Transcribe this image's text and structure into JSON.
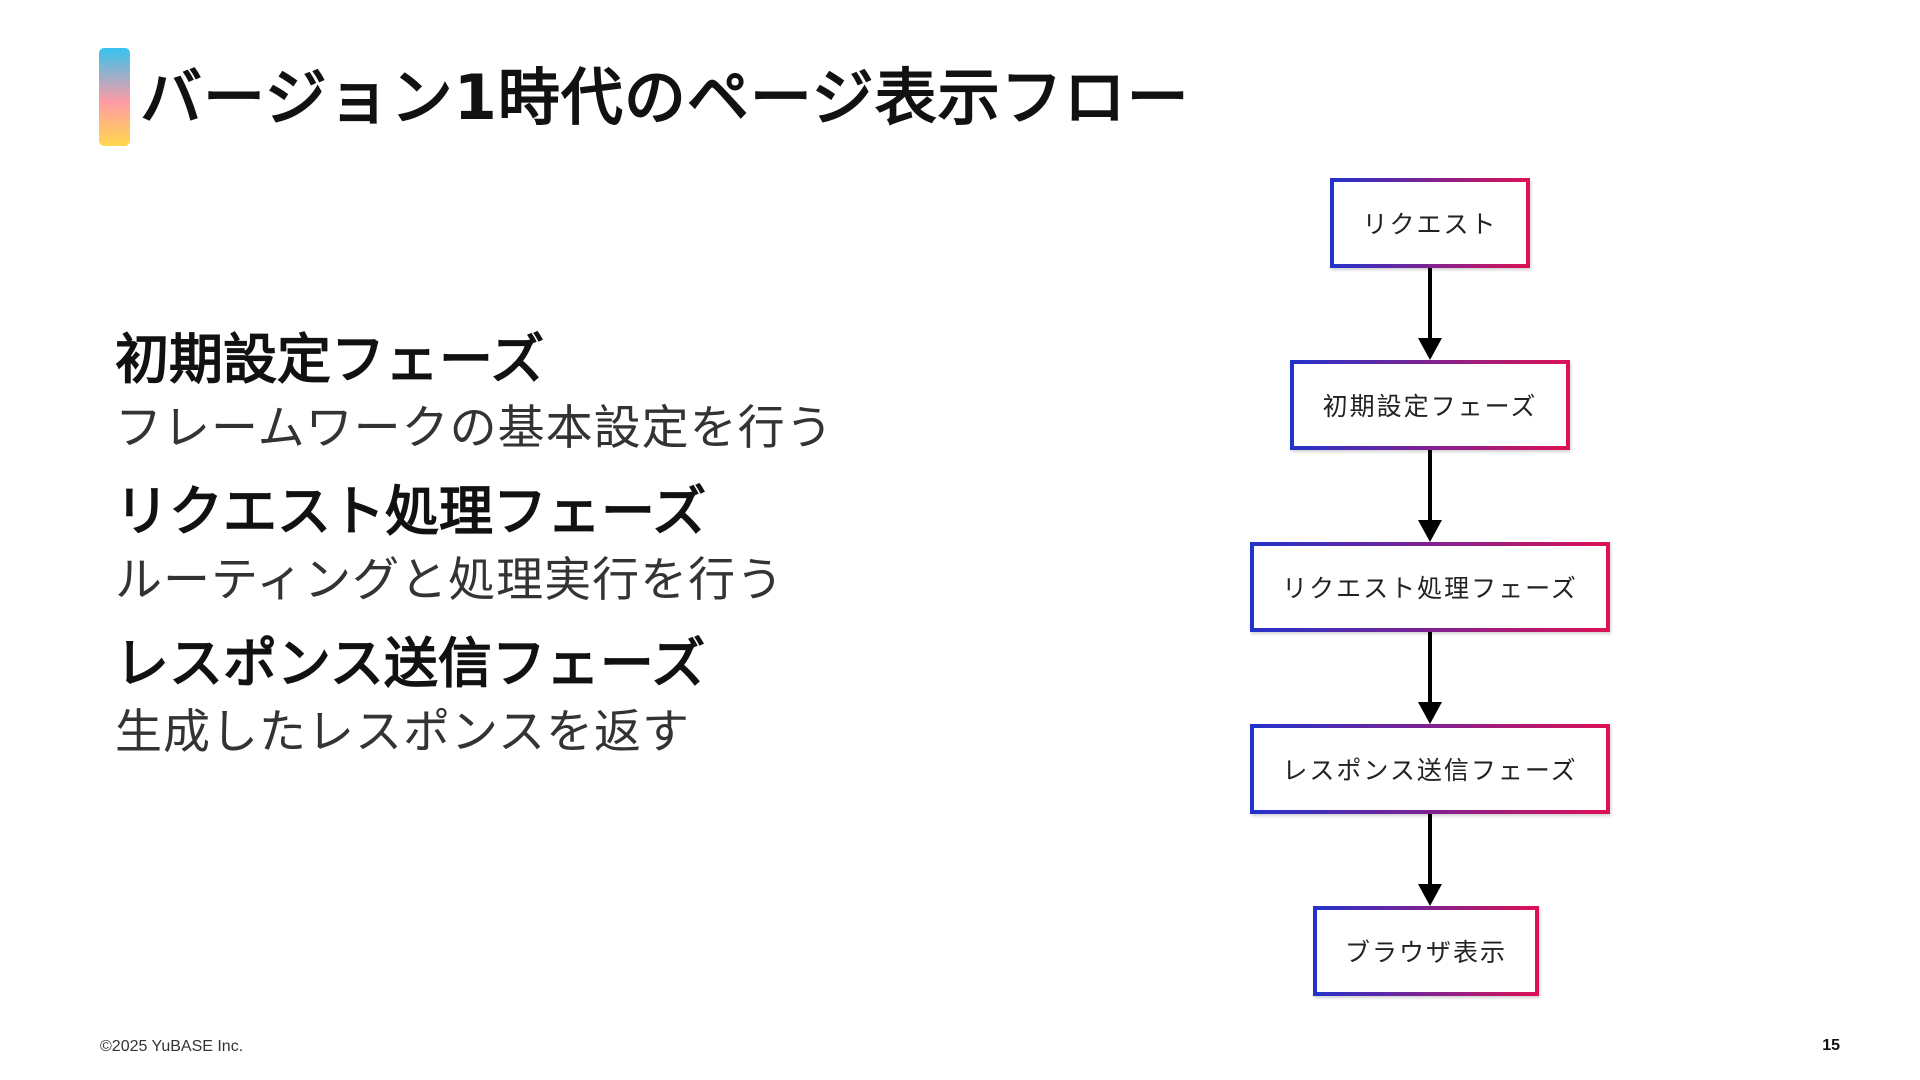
{
  "slide": {
    "title": "バージョン1時代のページ表示フロー",
    "accent_colors": [
      "#35c3ee",
      "#ff9ba5",
      "#ffd84d"
    ],
    "phases": [
      {
        "heading": "初期設定フェーズ",
        "description": "フレームワークの基本設定を行う"
      },
      {
        "heading": "リクエスト処理フェーズ",
        "description": "ルーティングと処理実行を行う"
      },
      {
        "heading": "レスポンス送信フェーズ",
        "description": "生成したレスポンスを返す"
      }
    ]
  },
  "flow": {
    "nodes": [
      "リクエスト",
      "初期設定フェーズ",
      "リクエスト処理フェーズ",
      "レスポンス送信フェーズ",
      "ブラウザ表示"
    ],
    "border_gradient": [
      "#2233cc",
      "#dd1155"
    ]
  },
  "footer": {
    "copyright": "©2025 YuBASE Inc.",
    "page_number": "15"
  }
}
